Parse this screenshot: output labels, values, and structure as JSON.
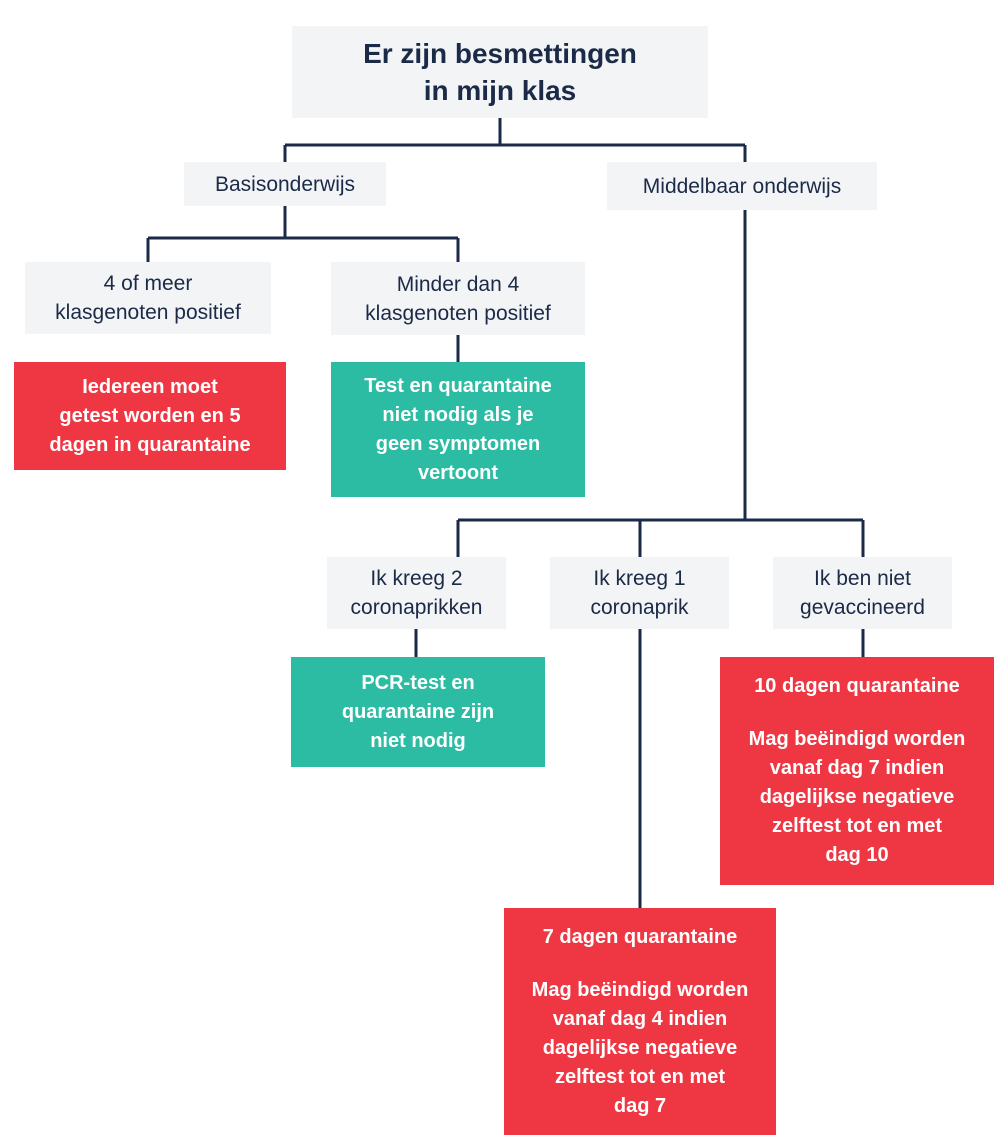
{
  "colors": {
    "connector": "#1b2a47",
    "grey_box": "#f3f4f6",
    "red_box": "#ef3744",
    "green_box": "#2bbca3",
    "dark_text": "#1b2a47"
  },
  "title": {
    "line1": "Er zijn besmettingen",
    "line2": "in mijn klas"
  },
  "basis": {
    "label": "Basisonderwijs",
    "four_or_more": {
      "line1": "4 of meer",
      "line2": "klasgenoten positief"
    },
    "four_or_more_result": {
      "line1": "Iedereen moet",
      "line2": "getest worden en 5",
      "line3": "dagen in quarantaine"
    },
    "less_than_four": {
      "line1": "Minder dan 4",
      "line2": "klasgenoten positief"
    },
    "less_than_four_result": {
      "line1": "Test en quarantaine",
      "line2": "niet nodig als je",
      "line3": "geen symptomen",
      "line4": "vertoont"
    }
  },
  "middelbaar": {
    "label": "Middelbaar onderwijs",
    "two_shots": {
      "line1": "Ik kreeg 2",
      "line2": "coronaprikken"
    },
    "two_shots_result": {
      "line1": "PCR-test en",
      "line2": "quarantaine zijn",
      "line3": "niet nodig"
    },
    "one_shot": {
      "line1": "Ik kreeg 1",
      "line2": "coronaprik"
    },
    "one_shot_result": {
      "heading": "7 dagen quarantaine",
      "line1": "Mag beëindigd worden",
      "line2": "vanaf dag 4 indien",
      "line3": "dagelijkse  negatieve",
      "line4": "zelftest tot en met",
      "line5": "dag 7"
    },
    "not_vaccinated": {
      "line1": "Ik ben niet",
      "line2": "gevaccineerd"
    },
    "not_vaccinated_result": {
      "heading": "10 dagen quarantaine",
      "line1": "Mag beëindigd worden",
      "line2": "vanaf dag 7 indien",
      "line3": "dagelijkse  negatieve",
      "line4": "zelftest tot en met",
      "line5": "dag 10"
    }
  }
}
